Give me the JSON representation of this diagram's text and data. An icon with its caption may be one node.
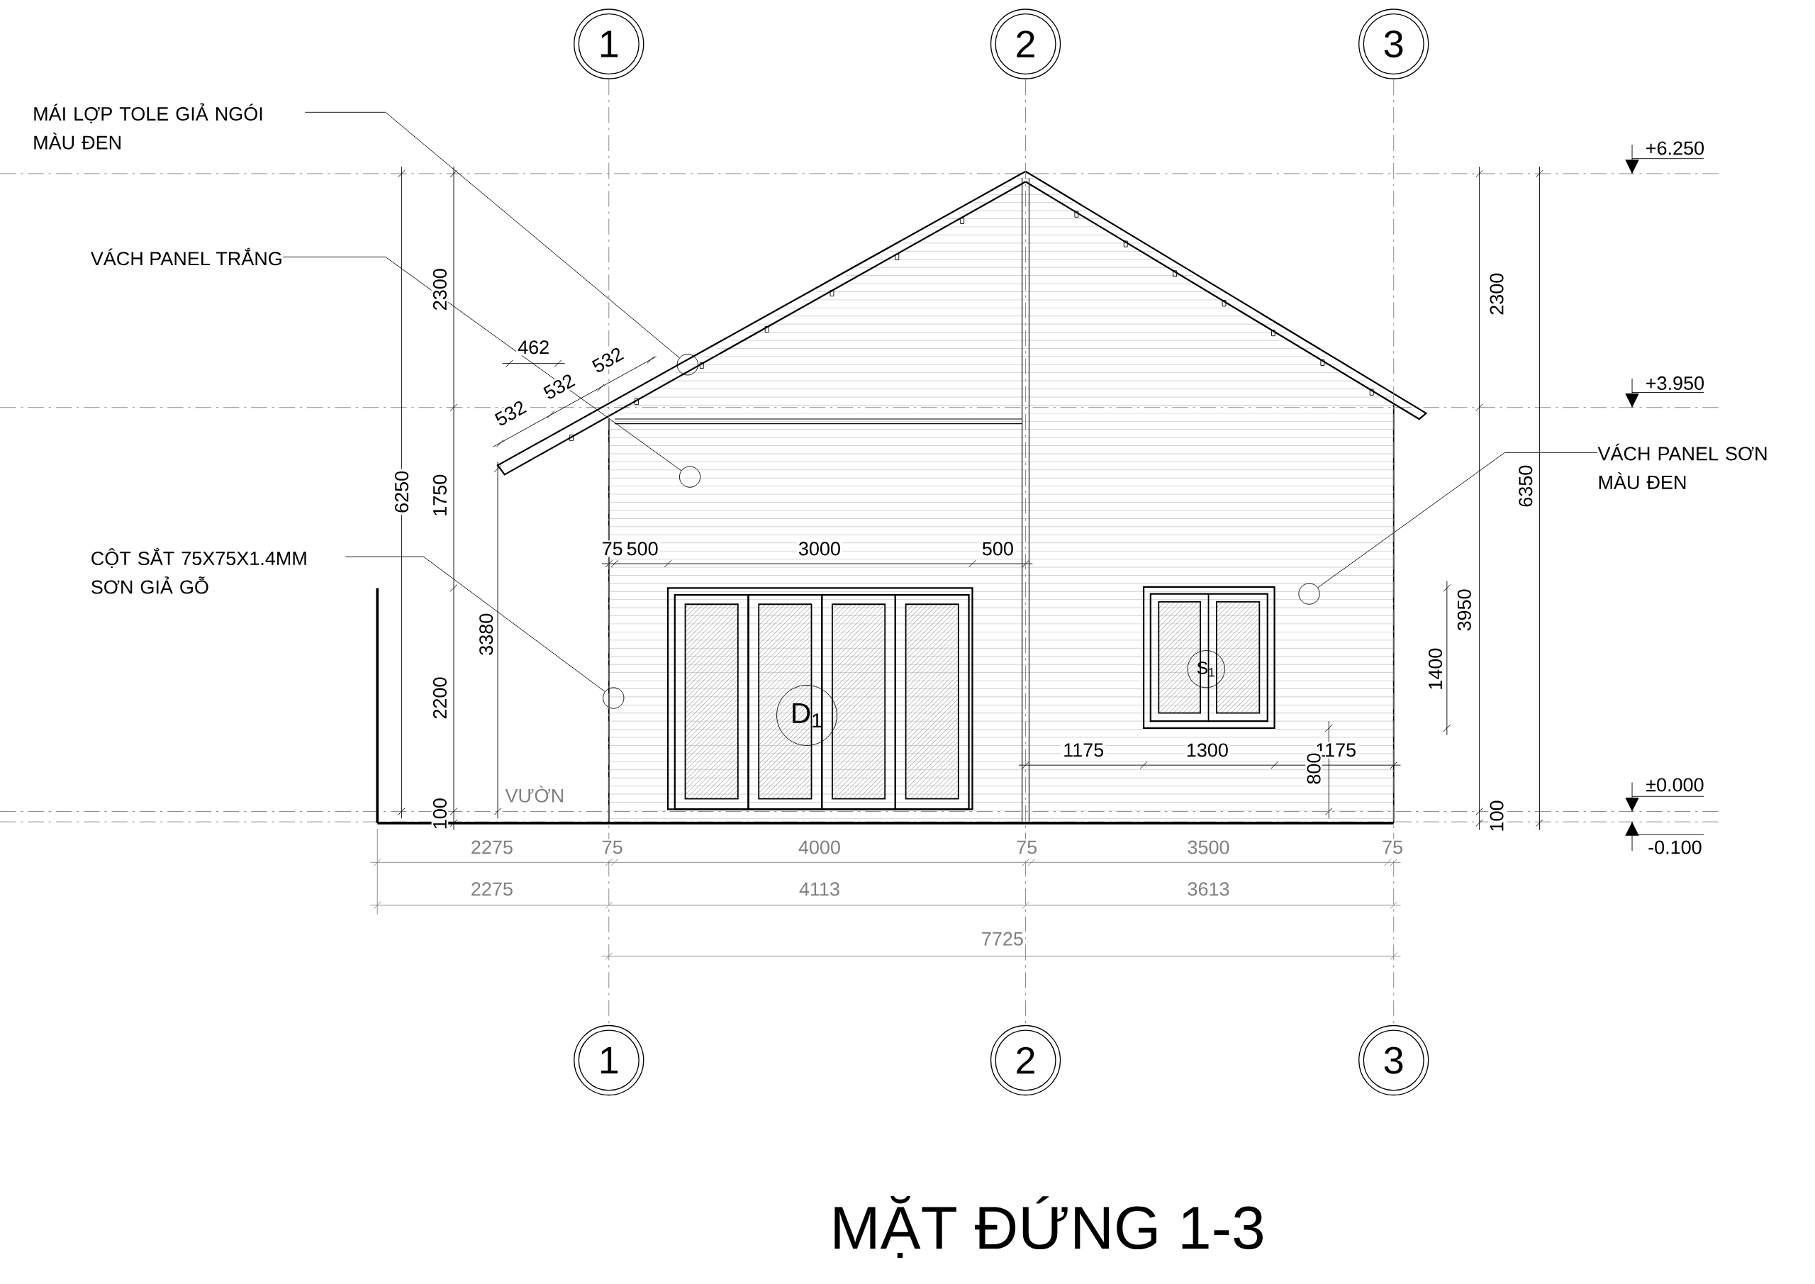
{
  "diagram": {
    "title": "MẶT ĐỨNG 1-3",
    "nodes": [
      {
        "text": [
          "1"
        ]
      },
      {
        "text": [
          "2"
        ]
      },
      {
        "text": [
          "3"
        ]
      },
      {
        "text": [
          "MÁI LỢP TOLE GIẢ NGÓI MÀU ĐEN"
        ]
      },
      {
        "text": [],
        "shape": "circle"
      },
      {
        "text": [
          "VÁCH PANEL TRẮNG"
        ]
      },
      {
        "text": [],
        "shape": "circle"
      },
      {
        "text": [
          "CỘT SẮT 75X75X1.4MM SƠN GIẢ GỖ"
        ]
      },
      {
        "text": [],
        "shape": "circle"
      },
      {
        "text": [
          "VÁCH PANEL SƠN MÀU ĐEN"
        ]
      },
      {
        "text": [],
        "shape": "circle"
      },
      {
        "text": [
          "D$_{1}$"
        ]
      },
      {
        "text": [
          "S$_{1}$"
        ]
      },
      {
        "text": [
          "1"
        ]
      },
      {
        "text": [
          "2"
        ]
      },
      {
        "text": [
          "3"
        ]
      }
    ],
    "edges": [
      {
        "from": 3,
        "to": 4,
        "arrow": "none"
      },
      {
        "from": 5,
        "to": 6,
        "arrow": "none"
      },
      {
        "from": 7,
        "to": 8,
        "arrow": "none"
      },
      {
        "from": 9,
        "to": 10,
        "arrow": "none"
      },
      {
        "from": 0,
        "to": 13,
        "arrow": "none",
        "style": "dashed",
        "color": "#808080"
      },
      {
        "from": 1,
        "to": 14,
        "arrow": "none",
        "style": "dashed",
        "color": "#808080"
      },
      {
        "from": 2,
        "to": 15,
        "arrow": "none",
        "style": "dashed",
        "color": "#808080"
      }
    ],
    "labels": [
      "+6.250",
      "+3.950",
      "±0.000",
      "-0.100",
      "2300",
      "6250",
      "1750",
      "462",
      "532",
      "532",
      "532",
      "3380",
      "2200",
      "100",
      "VƯỜN",
      "75",
      "500",
      "3000",
      "500",
      "1175",
      "1300",
      "1175",
      "800",
      "1400",
      "3950",
      "2300",
      "6350",
      "100",
      "2275",
      "75",
      "4000",
      "75",
      "3500",
      "75",
      "2275",
      "4113",
      "3613",
      "7725"
    ]
  }
}
